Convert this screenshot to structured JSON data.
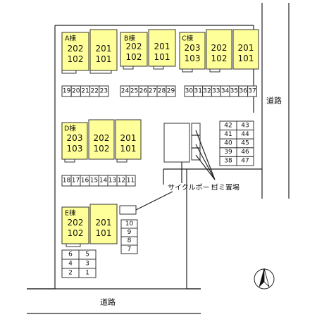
{
  "roads": {
    "bottom_label": "道路",
    "right_label": "道路"
  },
  "buildings": [
    {
      "label": "A棟",
      "units": [
        [
          {
            "top": "202",
            "bottom": "102"
          },
          {
            "top": "201",
            "bottom": "101"
          }
        ]
      ]
    },
    {
      "label": "B棟",
      "units": [
        [
          {
            "top": "202",
            "bottom": "102"
          },
          {
            "top": "201",
            "bottom": "101"
          }
        ]
      ]
    },
    {
      "label": "C棟",
      "units": [
        [
          {
            "top": "203",
            "bottom": "103"
          },
          {
            "top": "202",
            "bottom": "102"
          },
          {
            "top": "201",
            "bottom": "101"
          }
        ]
      ]
    },
    {
      "label": "D棟",
      "units": [
        [
          {
            "top": "203",
            "bottom": "103"
          },
          {
            "top": "202",
            "bottom": "102"
          },
          {
            "top": "201",
            "bottom": "101"
          }
        ]
      ]
    },
    {
      "label": "E棟",
      "units": [
        [
          {
            "top": "202",
            "bottom": "102"
          },
          {
            "top": "201",
            "bottom": "101"
          }
        ]
      ]
    }
  ],
  "parking_rows": {
    "row_a": [
      "19",
      "20",
      "21",
      "22",
      "23"
    ],
    "row_b": [
      "24",
      "25",
      "26",
      "27",
      "28",
      "29"
    ],
    "row_c": [
      "30",
      "31",
      "32",
      "33",
      "34",
      "35",
      "36",
      "37"
    ],
    "row_d": [
      "18",
      "17",
      "16",
      "15",
      "14",
      "13",
      "12",
      "11"
    ],
    "col_e": [
      "10",
      "9",
      "8",
      "7"
    ],
    "grid_f": [
      [
        "6",
        "5"
      ],
      [
        "4",
        "3"
      ],
      [
        "2",
        "1"
      ]
    ],
    "grid_g": [
      [
        "42",
        "43"
      ],
      [
        "41",
        "44"
      ],
      [
        "40",
        "45"
      ],
      [
        "39",
        "46"
      ],
      [
        "38",
        "47"
      ]
    ]
  },
  "labels": {
    "cycle_port": "サイクルポート",
    "garbage": "ゴミ置場"
  },
  "compass": {
    "letter": "N"
  },
  "colors": {
    "building_fill": "#ffff99",
    "line": "#222222"
  }
}
